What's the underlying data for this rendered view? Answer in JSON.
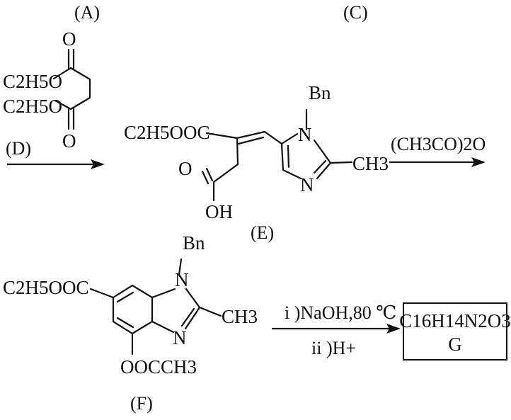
{
  "labels": {
    "A": "(A)",
    "C": "(C)",
    "D": "(D)",
    "E": "(E)",
    "F": "(F)"
  },
  "reagent_A": {
    "ethoxy_top": "C2H5O",
    "ethoxy_bottom": "C2H5O",
    "carbonyl_O": "O"
  },
  "compound_E": {
    "ester": "C2H5OOC",
    "acid_OH": "OH",
    "acid_O": "O",
    "benzyl": "Bn",
    "ring_N1": "N",
    "ring_N3": "N",
    "methyl": "CH3"
  },
  "arrow2": {
    "reagent": "(CH3CO)2O"
  },
  "compound_F": {
    "ester": "C2H5OOC",
    "benzyl": "Bn",
    "ring_N1": "N",
    "ring_N3": "N",
    "methyl": "CH3",
    "acetoxy": "OOCCH3"
  },
  "arrow3": {
    "step1": "i )NaOH,80 ℃",
    "step2": "ii )H+"
  },
  "product_G": {
    "formula": "C16H14N2O3",
    "name": "G"
  }
}
